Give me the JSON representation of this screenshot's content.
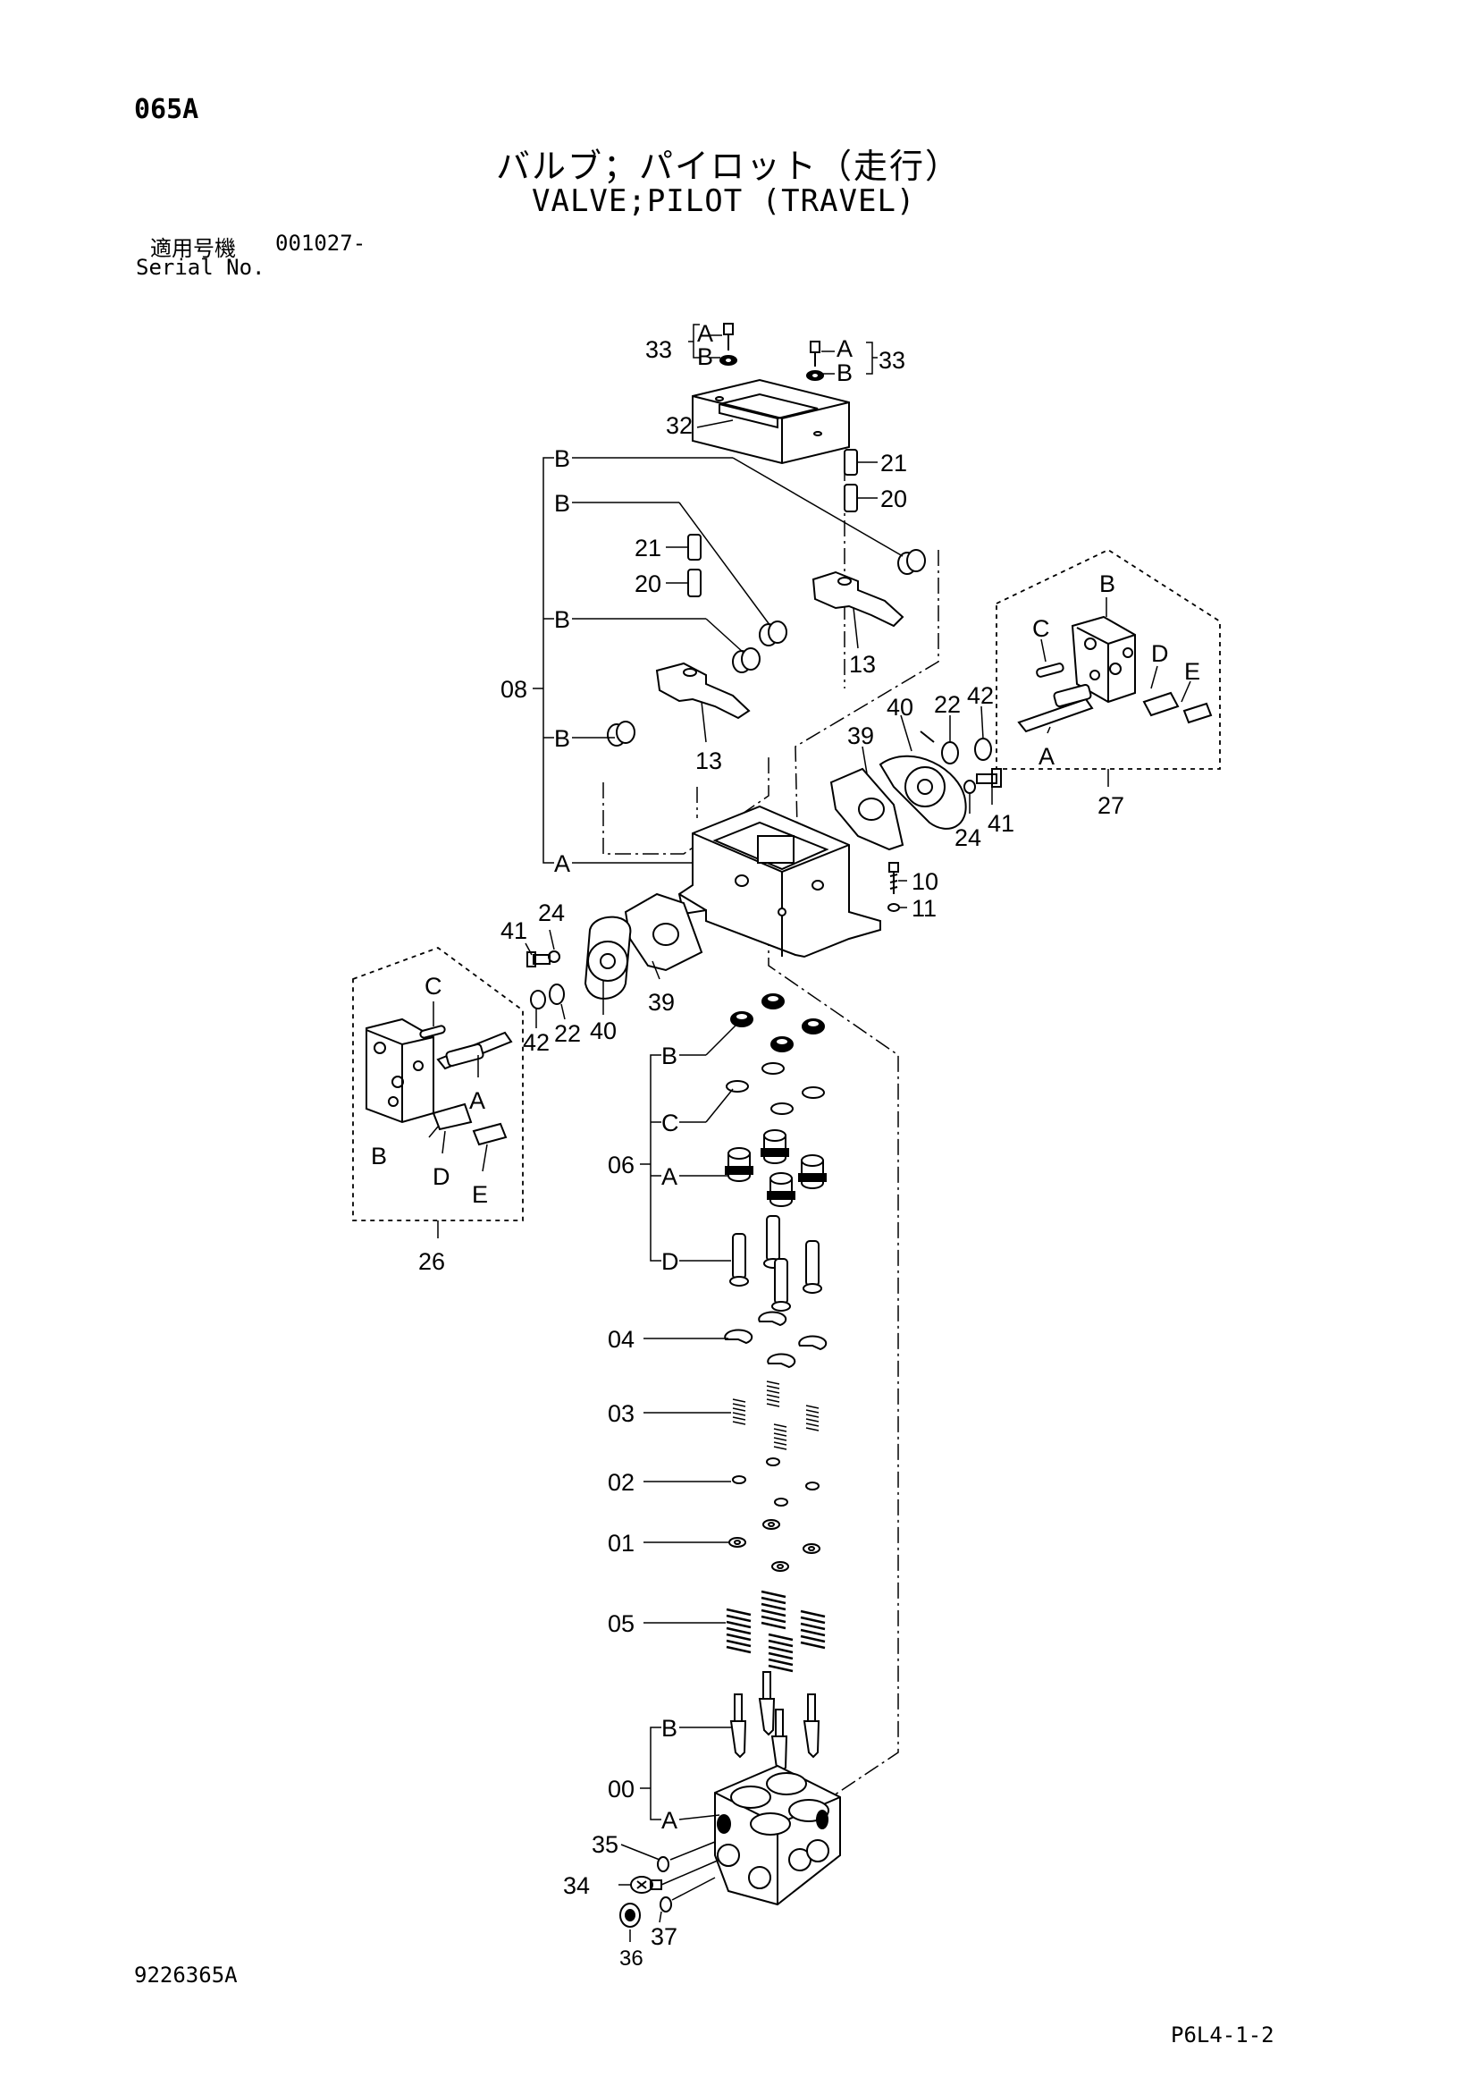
{
  "header": {
    "page_code": "065A",
    "title_jp": "バルブ；パイロット（走行）",
    "title_en": "VALVE;PILOT (TRAVEL)",
    "serial_label_jp": "適用号機",
    "serial_value": "001027-",
    "serial_label_en": "Serial No."
  },
  "footer": {
    "figure_code": "9226365A",
    "page_ref": "P6L4-1-2"
  },
  "labels": {
    "p33": "33",
    "pA": "A",
    "pB": "B",
    "pC": "C",
    "pD": "D",
    "pE": "E",
    "p32": "32",
    "p21": "21",
    "p20": "20",
    "p13": "13",
    "p08": "08",
    "p40": "40",
    "p39": "39",
    "p22": "22",
    "p42": "42",
    "p24": "24",
    "p41": "41",
    "p27": "27",
    "p26": "26",
    "p10": "10",
    "p11": "11",
    "p06": "06",
    "p04": "04",
    "p03": "03",
    "p02": "02",
    "p01": "01",
    "p05": "05",
    "p00": "00",
    "p35": "35",
    "p34": "34",
    "p36": "36",
    "p37": "37"
  }
}
